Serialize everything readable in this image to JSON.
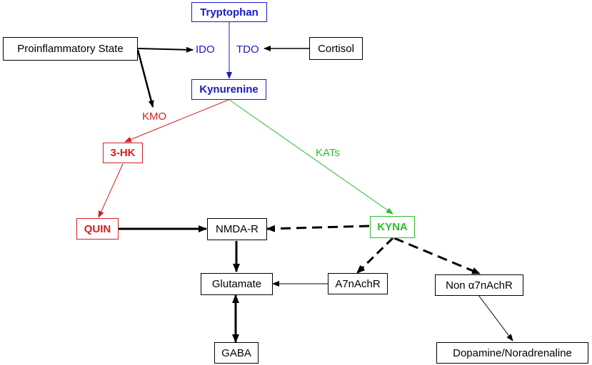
{
  "nodes": {
    "tryptophan": "Tryptophan",
    "kynurenine": "Kynurenine",
    "proinflammatory": "Proinflammatory State",
    "cortisol": "Cortisol",
    "hk3": "3-HK",
    "quin": "QUIN",
    "nmda": "NMDA-R",
    "kyna": "KYNA",
    "glutamate": "Glutamate",
    "a7nachr": "A7nAchR",
    "non_a7nachr": "Non α7nAchR",
    "gaba": "GABA",
    "dopamine": "Dopamine/Noradrenaline"
  },
  "enzymes": {
    "ido": "IDO",
    "tdo": "TDO",
    "kmo": "KMO",
    "kats": "KATs"
  },
  "colors": {
    "blue": "#1a1ac8",
    "red": "#d42020",
    "green": "#2ebd2e",
    "black": "#000000"
  }
}
